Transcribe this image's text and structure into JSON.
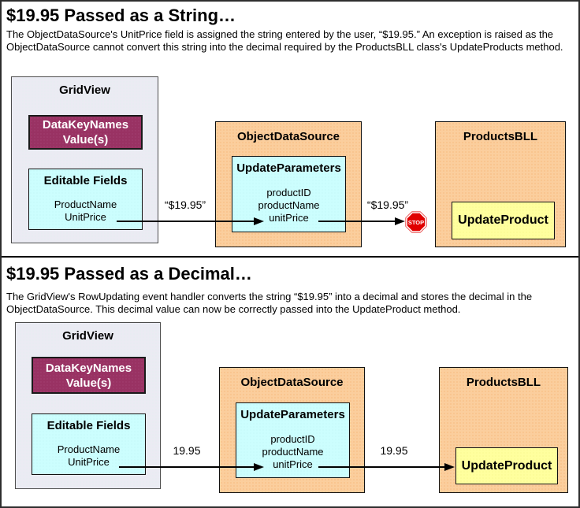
{
  "colors": {
    "plum": "#993263",
    "orange": "#FBCE9D",
    "cyan": "#CCFEFE",
    "yellow": "#FFFF9E",
    "gridview_bg": "#EBEBF3",
    "stop_red": "#E00000",
    "border": "#000000"
  },
  "panel1": {
    "title": "$19.95 Passed as a String…",
    "description": "The ObjectDataSource's UnitPrice field is assigned the string entered by the user, “$19.95.” An exception is raised as the ObjectDataSource cannot convert this string into the decimal required by the ProductsBLL class's UpdateProducts method.",
    "gridview": {
      "title": "GridView",
      "datakeynames_line1": "DataKeyNames",
      "datakeynames_line2": "Value(s)",
      "editable_fields_title": "Editable Fields",
      "fields": [
        "ProductName",
        "UnitPrice"
      ]
    },
    "ods": {
      "title": "ObjectDataSource",
      "updateparameters_title": "UpdateParameters",
      "params": [
        "productID",
        "productName",
        "unitPrice"
      ]
    },
    "bll": {
      "title": "ProductsBLL",
      "updateproduct_label": "UpdateProduct"
    },
    "arrow1_label": "“$19.95”",
    "arrow2_label": "“$19.95”",
    "stop_label": "STOP"
  },
  "panel2": {
    "title": "$19.95 Passed as a Decimal…",
    "description": "The GridView's RowUpdating event handler converts the string “$19.95” into a decimal and stores the decimal in the ObjectDataSource. This decimal value can now be correctly passed into the UpdateProduct method.",
    "gridview": {
      "title": "GridView",
      "datakeynames_line1": "DataKeyNames",
      "datakeynames_line2": "Value(s)",
      "editable_fields_title": "Editable Fields",
      "fields": [
        "ProductName",
        "UnitPrice"
      ]
    },
    "ods": {
      "title": "ObjectDataSource",
      "updateparameters_title": "UpdateParameters",
      "params": [
        "productID",
        "productName",
        "unitPrice"
      ]
    },
    "bll": {
      "title": "ProductsBLL",
      "updateproduct_label": "UpdateProduct"
    },
    "arrow1_label": "19.95",
    "arrow2_label": "19.95"
  }
}
